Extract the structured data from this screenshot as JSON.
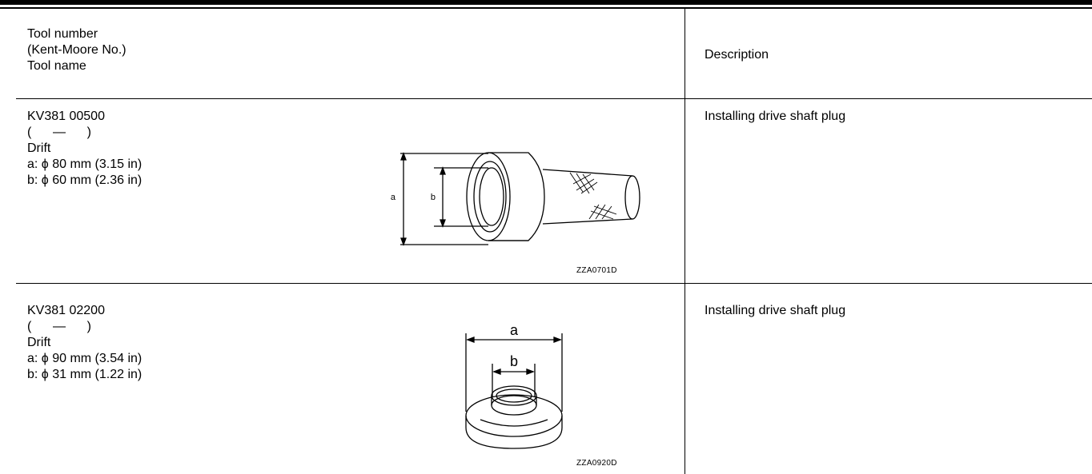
{
  "header": {
    "left_lines": [
      "Tool number",
      "(Kent-Moore No.)",
      "Tool name"
    ],
    "right_label": "Description"
  },
  "rows": [
    {
      "tool_number": "KV381 00500",
      "kent_moore": "(      —      )",
      "tool_name": "Drift",
      "dim_a": "a: ϕ 80 mm (3.15 in)",
      "dim_b": "b: ϕ 60 mm (2.36 in)",
      "description": "Installing drive shaft plug",
      "image_code": "ZZA0701D",
      "diagram_labels": {
        "a": "a",
        "b": "b"
      }
    },
    {
      "tool_number": "KV381 02200",
      "kent_moore": "(      —      )",
      "tool_name": "Drift",
      "dim_a": "a: ϕ 90 mm (3.54 in)",
      "dim_b": "b: ϕ 31 mm (1.22 in)",
      "description": "Installing drive shaft plug",
      "image_code": "ZZA0920D",
      "diagram_labels": {
        "a": "a",
        "b": "b"
      }
    }
  ]
}
